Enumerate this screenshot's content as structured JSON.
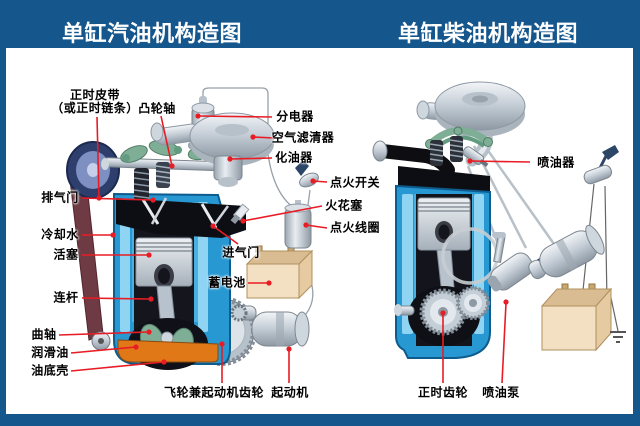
{
  "poster": {
    "gasoline": {
      "title": "单缸汽油机构造图",
      "labels": {
        "timing_belt_line1": "正时皮带",
        "timing_belt_line2": "（或正时链条）",
        "camshaft": "凸轮轴",
        "distributor": "分电器",
        "air_cleaner": "空气滤清器",
        "carburetor": "化油器",
        "ignition_switch": "点火开关",
        "spark_plug": "火花塞",
        "ignition_coil": "点火线圈",
        "exhaust_valve": "排气门",
        "coolant": "冷却水",
        "piston": "活塞",
        "intake_valve": "进气门",
        "battery": "蓄电池",
        "connecting_rod": "连杆",
        "crankshaft": "曲轴",
        "lubricating_oil": "润滑油",
        "oil_pan": "油底壳",
        "flywheel_ring_gear": "飞轮兼起动机齿轮",
        "starter": "起动机"
      }
    },
    "diesel": {
      "title": "单缸柴油机构造图",
      "labels": {
        "injector": "喷油器",
        "timing_gear": "正时齿轮",
        "injection_pump": "喷油泵"
      }
    },
    "colors": {
      "frame_blue": "#15568d",
      "leader_red": "#e81c24",
      "engine_blue": "#2798d2",
      "liner_light_blue": "#8fd4f2",
      "oil_orange": "#e07818",
      "belt_maroon": "#6e3a44",
      "battery_tan": "#f3e0c2",
      "green_parts": "#7fae96",
      "title_text": "#ffffff",
      "label_text": "#000000"
    }
  }
}
